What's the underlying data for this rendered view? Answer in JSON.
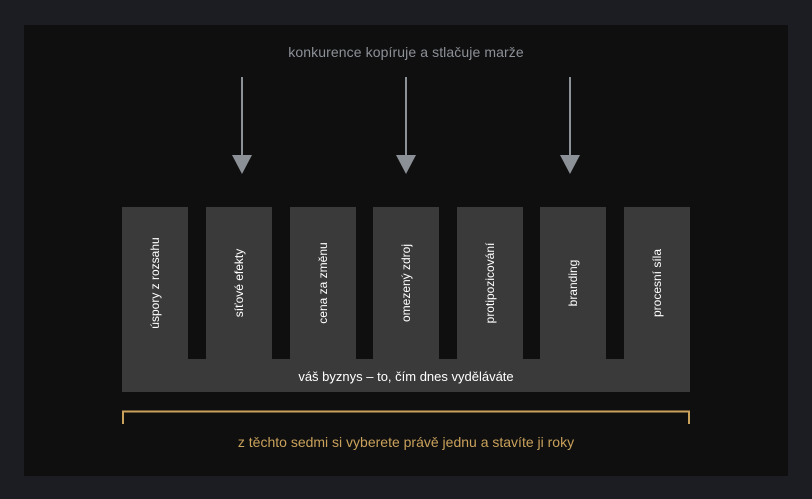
{
  "diagram": {
    "top_caption": "konkurence kopíruje a stlačuje marže",
    "pillars": [
      "úspory z rozsahu",
      "síťové efekty",
      "cena za změnu",
      "omezený zdroj",
      "protipozicování",
      "branding",
      "procesní síla"
    ],
    "base_label": "váš byznys – to, čím dnes vyděláváte",
    "bottom_caption": "z těchto sedmi si vyberete právě jednu a stavíte ji roky"
  },
  "colors": {
    "page_background": "#1c1d22",
    "panel_background": "#0f0f0f",
    "block": "#3a3a3a",
    "arrow": "#8c9097",
    "muted_text": "#8c9097",
    "accent": "#c9a15b",
    "block_text": "#ffffff"
  }
}
